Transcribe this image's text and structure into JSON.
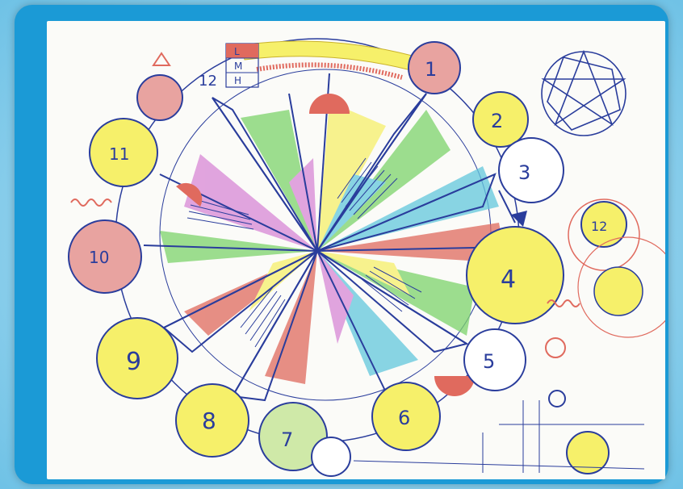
{
  "sketch": {
    "circles": [
      {
        "label": "1",
        "fill": "#e8a3a0"
      },
      {
        "label": "2",
        "fill": "#f6f06a"
      },
      {
        "label": "3",
        "fill": "#ffffff"
      },
      {
        "label": "4",
        "fill": "#f6f06a"
      },
      {
        "label": "5",
        "fill": "#ffffff"
      },
      {
        "label": "6",
        "fill": "#f6f06a"
      },
      {
        "label": "7",
        "fill": "#cfe9a8"
      },
      {
        "label": "8",
        "fill": "#f6f06a"
      },
      {
        "label": "9",
        "fill": "#f6f06a"
      },
      {
        "label": "10",
        "fill": "#e8a3a0"
      },
      {
        "label": "11",
        "fill": "#f6f06a"
      },
      {
        "label": "12",
        "fill": "#f6f06a"
      }
    ],
    "outer_labels": {
      "twelve": "12"
    },
    "scale_labels": [
      "L",
      "M",
      "H"
    ],
    "ink_color": "#2a3d9c",
    "accent_colors": [
      "#e06a5e",
      "#7dd36b",
      "#f6f06a",
      "#62c7dd",
      "#d887d6"
    ]
  }
}
